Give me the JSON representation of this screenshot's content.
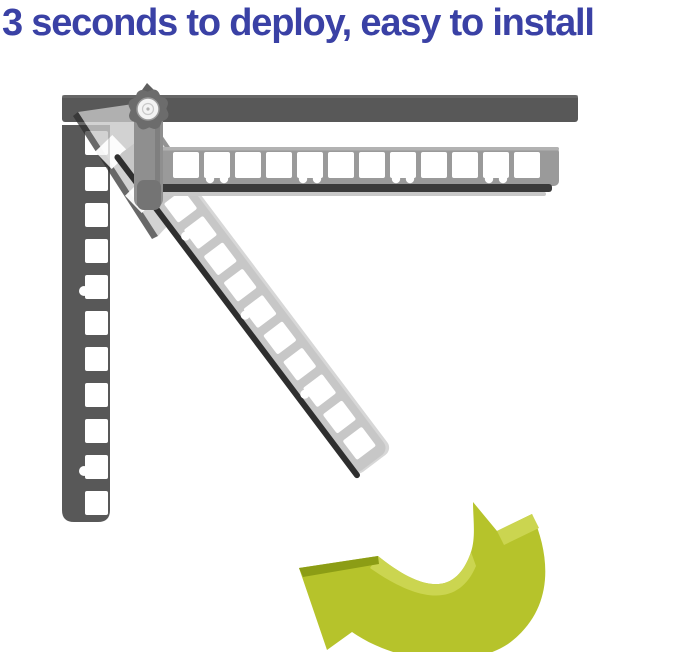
{
  "title": "3 seconds to deploy, easy to install",
  "colors": {
    "title_blue": "#3a41a5",
    "frame_dark": "#585858",
    "arm_mid": "#9a9a9a",
    "arm_light": "#c7c7c7",
    "edge_dark": "#2e2e2e",
    "hinge_gray": "#8f8f8f",
    "bolt_face": "#f3f3f3",
    "arrow_green": "#b6c32b",
    "arrow_light": "#cbd550",
    "arrow_dark": "#8c9d15",
    "background": "#ffffff"
  },
  "icons": {
    "rotate_arrow": "curved-fold-direction-arrow",
    "pivot_bolt": "hinge-bolt"
  }
}
